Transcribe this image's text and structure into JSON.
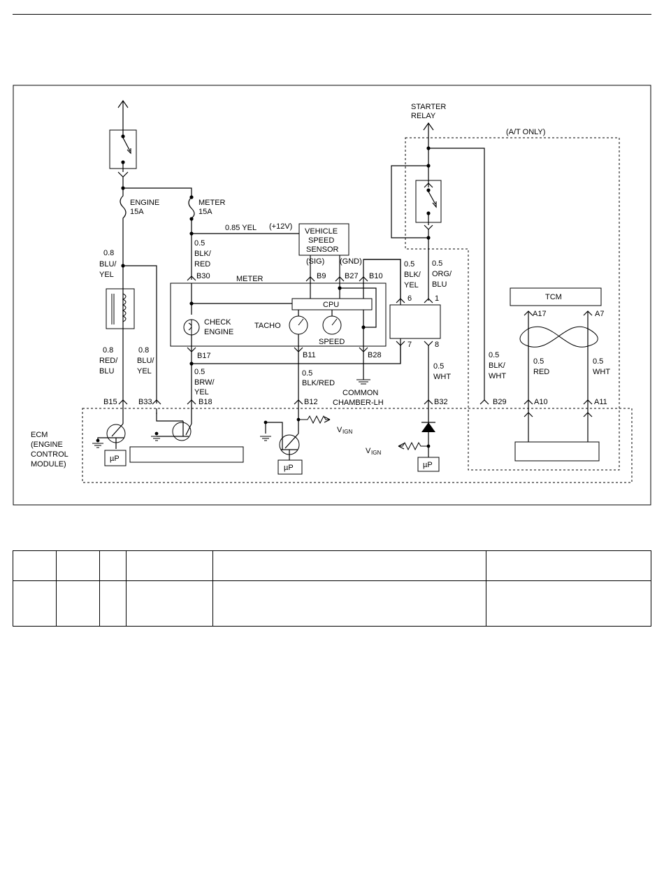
{
  "diagram": {
    "labels": {
      "engine_fuse": [
        "ENGINE",
        "15A"
      ],
      "meter_fuse": [
        "METER",
        "15A"
      ],
      "wire_085_yel": "0.85 YEL",
      "plus12v": "(+12V)",
      "vss": [
        "VEHICLE",
        "SPEED",
        "SENSOR"
      ],
      "sig": "(SIG)",
      "gnd": "(GND)",
      "wire_08_bluyel": [
        "0.8",
        "BLU/",
        "YEL"
      ],
      "wire_05_blkred": [
        "0.5",
        "BLK/",
        "RED"
      ],
      "wire_05_blkyel": [
        "0.5",
        "BLK/",
        "YEL"
      ],
      "wire_05_orgblu": [
        "0.5",
        "ORG/",
        "BLU"
      ],
      "wire_08_redblu": [
        "0.8",
        "RED/",
        "BLU"
      ],
      "wire_08_bluyel2": [
        "0.8",
        "BLU/",
        "YEL"
      ],
      "wire_05_brwyel": [
        "0.5",
        "BRW/",
        "YEL"
      ],
      "wire_05_blkred2": [
        "0.5",
        "BLK/RED"
      ],
      "wire_05_wht": [
        "0.5",
        "WHT"
      ],
      "wire_05_blkwht": [
        "0.5",
        "BLK/",
        "WHT"
      ],
      "wire_05_red": [
        "0.5",
        "RED"
      ],
      "wire_05_wht2": [
        "0.5",
        "WHT"
      ],
      "starter_relay": [
        "STARTER",
        "RELAY"
      ],
      "at_only": "(A/T ONLY)",
      "meter": "METER",
      "cpu": "CPU",
      "check_engine": [
        "CHECK",
        "ENGINE"
      ],
      "tacho": "TACHO",
      "speed": "SPEED",
      "tcm": "TCM",
      "common_chamber": [
        "COMMON",
        "CHAMBER-LH"
      ],
      "ecm": [
        "ECM",
        "(ENGINE",
        "CONTROL",
        "MODULE)"
      ],
      "vign_main": "V",
      "vign_sub": "IGN",
      "up": "µP"
    },
    "connectors": {
      "b30": "B30",
      "b9": "B9",
      "b27": "B27",
      "b10": "B10",
      "b17": "B17",
      "b11": "B11",
      "b28": "B28",
      "b15": "B15",
      "b33": "B33",
      "b18": "B18",
      "b12": "B12",
      "b32": "B32",
      "b29": "B29",
      "a10": "A10",
      "a11": "A11",
      "a17": "A17",
      "a7": "A7",
      "p6": "6",
      "p1": "1",
      "p7": "7",
      "p8": "8"
    }
  }
}
